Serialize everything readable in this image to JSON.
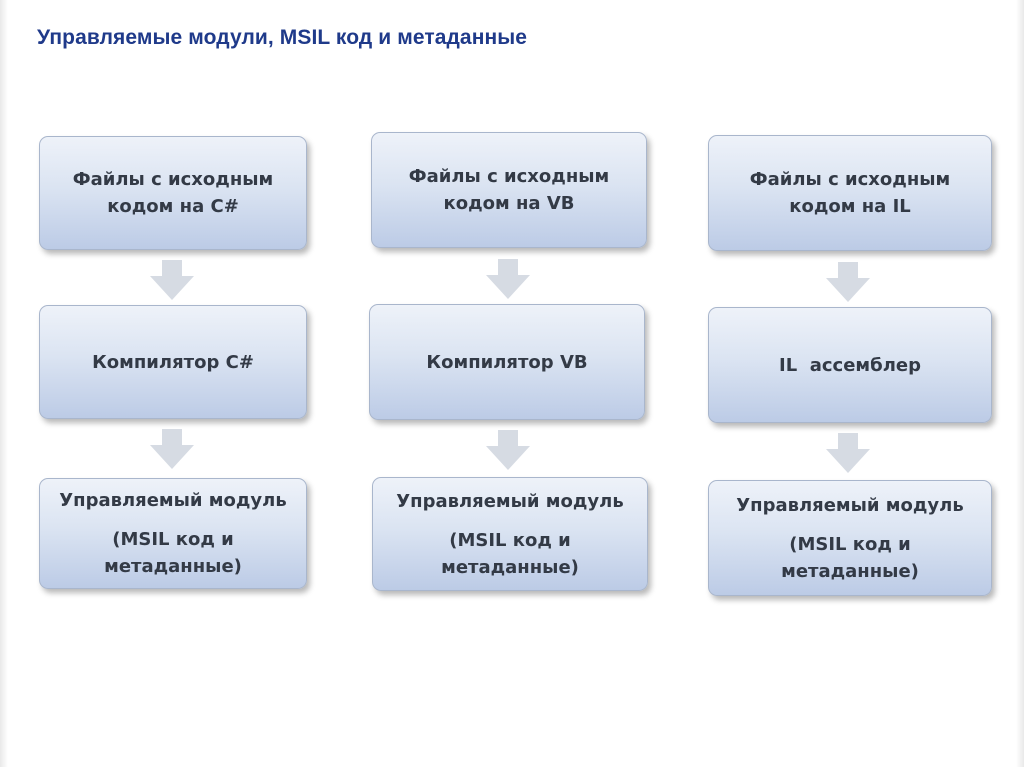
{
  "title": "Управляемые модули, MSIL код и метаданные",
  "columns": [
    {
      "source": [
        "Файлы с исходным",
        "кодом на C#"
      ],
      "tool": "Компилятор C#",
      "output": {
        "line1": "Управляемый модуль",
        "line2": "(MSIL код и",
        "line3": "метаданные)"
      }
    },
    {
      "source": [
        "Файлы с исходным",
        "кодом на VB"
      ],
      "tool": "Компилятор VB",
      "output": {
        "line1": "Управляемый модуль",
        "line2": "(MSIL код и",
        "line3": "метаданные)"
      }
    },
    {
      "source": [
        "Файлы с исходным",
        "кодом на IL"
      ],
      "tool": "IL  ассемблер",
      "output": {
        "line1": "Управляемый модуль",
        "line2": "(MSIL код и",
        "line3": "метаданные)"
      }
    }
  ],
  "icons": {
    "flow_arrow": "down-arrow-icon"
  },
  "colors": {
    "title": "#1f3a8a",
    "box_top": "#eef2f9",
    "box_bottom": "#bccbe6",
    "arrow": "#d6dbe3"
  }
}
